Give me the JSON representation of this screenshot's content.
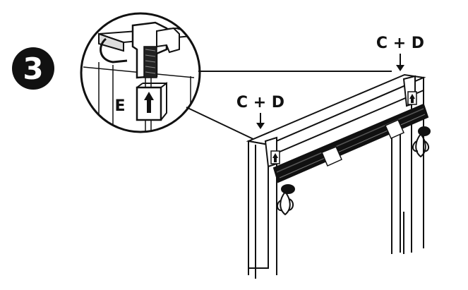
{
  "step": {
    "number": "3"
  },
  "labels": {
    "right_bracket": "C + D",
    "left_bracket": "C + D",
    "detail": "E"
  },
  "icons": {
    "step_badge": "circled-number-3-icon",
    "push_arrow": "up-arrow-icon",
    "down_arrows": "down-arrow-icon"
  },
  "colors": {
    "ink": "#111111",
    "paper": "#ffffff",
    "shadow": "#555555"
  }
}
